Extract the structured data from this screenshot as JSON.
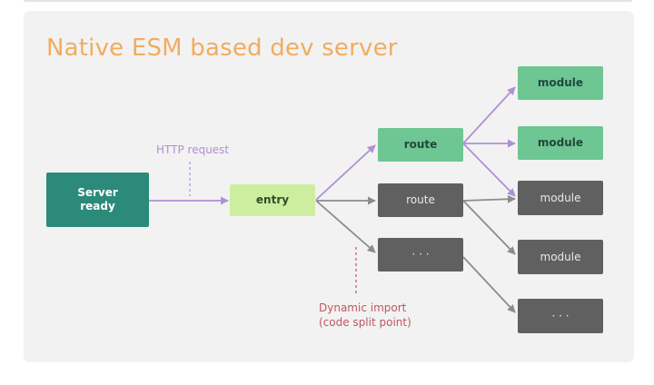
{
  "diagram": {
    "title": "Native ESM based dev server",
    "nodes": {
      "server": "Server\nready",
      "entry": "entry",
      "route_active": "route",
      "route_idle": "route",
      "dynamic_placeholder": "· · ·",
      "module_1": "module",
      "module_2": "module",
      "module_3": "module",
      "module_4": "module",
      "module_placeholder": "· · ·"
    },
    "annotations": {
      "http_request": "HTTP request",
      "dynamic_import": "Dynamic import\n(code split point)"
    },
    "colors": {
      "title": "#f1ac60",
      "server": "#2b8a7a",
      "entry": "#cdee9f",
      "active": "#6ec693",
      "inactive": "#606060",
      "request_path": "#b18fd6",
      "import_edge": "#8c8c8c",
      "dynamic_marker": "#c2555e"
    },
    "edges": [
      {
        "from": "server",
        "to": "entry",
        "kind": "request"
      },
      {
        "from": "entry",
        "to": "route_active",
        "kind": "request"
      },
      {
        "from": "entry",
        "to": "route_idle",
        "kind": "import"
      },
      {
        "from": "entry",
        "to": "dynamic_placeholder",
        "kind": "import"
      },
      {
        "from": "route_active",
        "to": "module_1",
        "kind": "request"
      },
      {
        "from": "route_active",
        "to": "module_2",
        "kind": "request"
      },
      {
        "from": "route_active",
        "to": "module_3",
        "kind": "request"
      },
      {
        "from": "route_idle",
        "to": "module_3",
        "kind": "import"
      },
      {
        "from": "route_idle",
        "to": "module_4",
        "kind": "import"
      },
      {
        "from": "dynamic_placeholder",
        "to": "module_placeholder",
        "kind": "import"
      }
    ]
  }
}
